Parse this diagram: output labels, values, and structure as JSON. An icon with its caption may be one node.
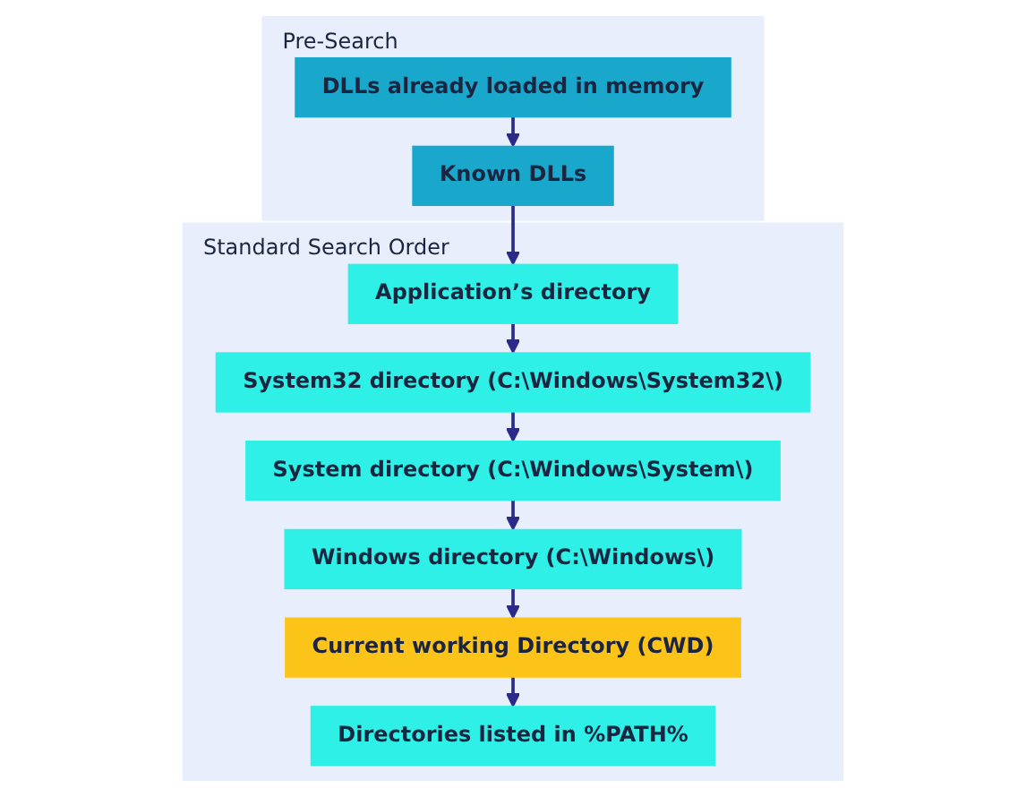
{
  "diagram": {
    "nodes": [
      {
        "text": [
          "Pre-Search"
        ]
      },
      {
        "text": [
          "DLLs already loaded in memory"
        ],
        "in": 0
      },
      {
        "text": [
          "Known DLLs"
        ],
        "in": 0
      },
      {
        "text": [
          "Standard Search Order"
        ]
      },
      {
        "text": [
          "Application’s directory"
        ],
        "in": 3
      },
      {
        "text": [
          "System32 directory (C:\\Windows\\System32\\)"
        ],
        "in": 3
      },
      {
        "text": [
          "System directory (C:\\Windows\\System\\)"
        ],
        "in": 3
      },
      {
        "text": [
          "Windows directory (C:\\Windows\\)"
        ],
        "in": 3
      },
      {
        "text": [
          "Current working Directory (CWD)"
        ],
        "in": 3
      },
      {
        "text": [
          "Directories listed in %PATH%"
        ],
        "in": 3
      }
    ],
    "edges": [
      {
        "from": 1,
        "to": 2,
        "arrow": "to"
      },
      {
        "from": 2,
        "to": 4,
        "arrow": "to"
      },
      {
        "from": 4,
        "to": 5,
        "arrow": "to"
      },
      {
        "from": 5,
        "to": 6,
        "arrow": "to"
      },
      {
        "from": 6,
        "to": 7,
        "arrow": "to"
      },
      {
        "from": 7,
        "to": 8,
        "arrow": "to"
      },
      {
        "from": 8,
        "to": 9,
        "arrow": "to"
      }
    ]
  }
}
